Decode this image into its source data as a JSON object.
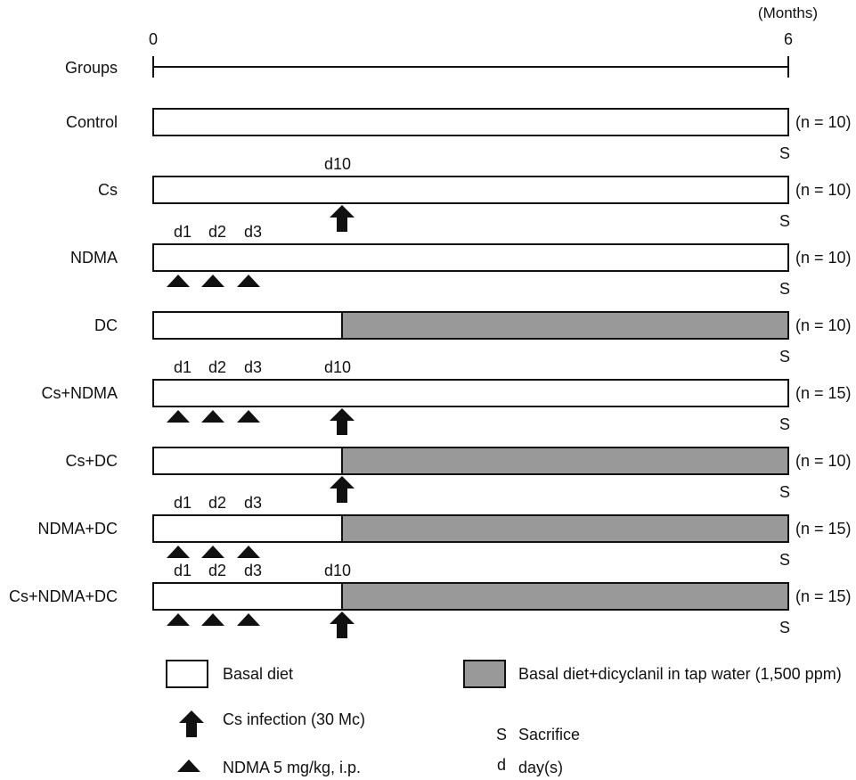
{
  "axis": {
    "unit": "(Months)",
    "start": "0",
    "end": "6",
    "header": "Groups"
  },
  "groups": [
    {
      "name": "Control",
      "n": "(n = 10)",
      "dc": false,
      "doses": [],
      "dose_labels": [],
      "infection": false,
      "infection_label": "",
      "end_mark": "S"
    },
    {
      "name": "Cs",
      "n": "(n = 10)",
      "dc": false,
      "doses": [],
      "dose_labels": [],
      "infection": true,
      "infection_label": "d10",
      "end_mark": "S"
    },
    {
      "name": "NDMA",
      "n": "(n = 10)",
      "dc": false,
      "doses": [
        1,
        2,
        3
      ],
      "dose_labels": [
        "d1",
        "d2",
        "d3"
      ],
      "infection": false,
      "infection_label": "",
      "end_mark": "S"
    },
    {
      "name": "DC",
      "n": "(n = 10)",
      "dc": true,
      "doses": [],
      "dose_labels": [],
      "infection": false,
      "infection_label": "",
      "end_mark": "S"
    },
    {
      "name": "Cs+NDMA",
      "n": "(n = 15)",
      "dc": false,
      "doses": [
        1,
        2,
        3
      ],
      "dose_labels": [
        "d1",
        "d2",
        "d3"
      ],
      "infection": true,
      "infection_label": "d10",
      "end_mark": "S"
    },
    {
      "name": "Cs+DC",
      "n": "(n = 10)",
      "dc": true,
      "doses": [],
      "dose_labels": [],
      "infection": true,
      "infection_label": "",
      "end_mark": "S"
    },
    {
      "name": "NDMA+DC",
      "n": "(n = 15)",
      "dc": true,
      "doses": [
        1,
        2,
        3
      ],
      "dose_labels": [
        "d1",
        "d2",
        "d3"
      ],
      "infection": false,
      "infection_label": "",
      "end_mark": "S"
    },
    {
      "name": "Cs+NDMA+DC",
      "n": "(n = 15)",
      "dc": true,
      "doses": [
        1,
        2,
        3
      ],
      "dose_labels": [
        "d1",
        "d2",
        "d3"
      ],
      "infection": true,
      "infection_label": "d10",
      "end_mark": "S"
    }
  ],
  "legend": {
    "basal": "Basal diet",
    "dc": "Basal diet+dicyclanil in tap water (1,500 ppm)",
    "cs": "Cs infection (30 Mc)",
    "ndma": "NDMA 5 mg/kg, i.p.",
    "s_symbol": "S",
    "s_text": "Sacrifice",
    "d_symbol": "d",
    "d_text": "day(s)"
  },
  "colors": {
    "basal_fill": "#ffffff",
    "dc_fill": "#999999",
    "stroke": "#111111"
  }
}
